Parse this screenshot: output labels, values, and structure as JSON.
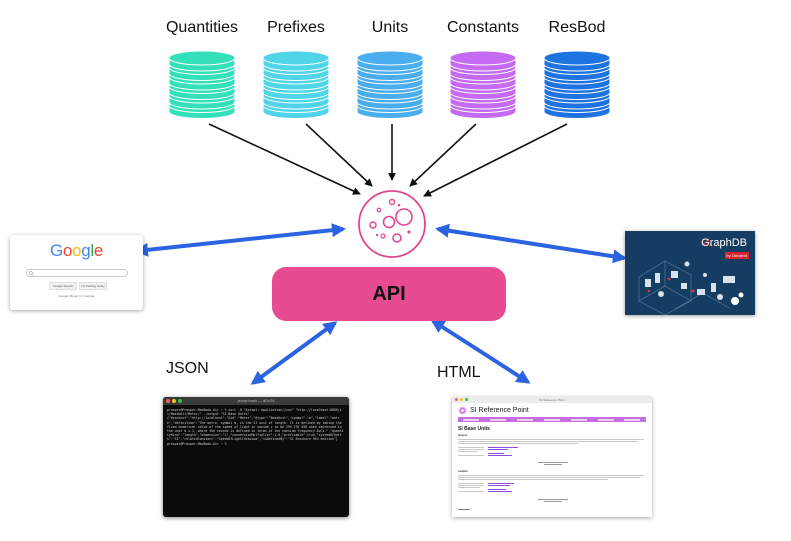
{
  "sources": [
    {
      "label": "Quantities",
      "color": "#34e0b9",
      "dark": "#1fb894"
    },
    {
      "label": "Prefixes",
      "color": "#4fd4e8",
      "dark": "#26aec4"
    },
    {
      "label": "Units",
      "color": "#4aaeee",
      "dark": "#2288cc"
    },
    {
      "label": "Constants",
      "color": "#c56af2",
      "dark": "#9b3fd1"
    },
    {
      "label": "ResBod",
      "color": "#1e73e0",
      "dark": "#1456b0"
    }
  ],
  "api": {
    "label": "API"
  },
  "outputs": {
    "json_label": "JSON",
    "html_label": "HTML"
  },
  "google": {
    "logo_letters": [
      {
        "ch": "G",
        "color": "#4285F4"
      },
      {
        "ch": "o",
        "color": "#EA4335"
      },
      {
        "ch": "o",
        "color": "#FBBC05"
      },
      {
        "ch": "g",
        "color": "#4285F4"
      },
      {
        "ch": "l",
        "color": "#34A853"
      },
      {
        "ch": "e",
        "color": "#EA4335"
      }
    ],
    "btn_search": "Google Search",
    "btn_lucky": "I'm Feeling Lucky",
    "offered": "Google offered in: Français"
  },
  "graphdb": {
    "title": "GraphDB",
    "subtitle": "by Ontotext"
  },
  "terminal": {
    "title": "jsonp:bash — 80×24",
    "lines": [
      "prosper@Prosper-MacBook-Air ~ % curl -H \"Accept: application/json\" \"http://localhost:8080/si/BaseUnit/Meter/\" --output \"SI Base Units\"",
      "{\"@context\":\"http://localhost\",\"@id\":\"Meter\",\"@type\":\"BaseUnit\",\"symbol\":\"m\",\"label\":\"metre\",\"definition\":\"The metre, symbol m, is the SI unit of length. It is defined by taking the fixed numerical value of the speed of light in vacuum c to be 299 792 458 when expressed in the unit m s-1, where the second is defined in terms of the caesium frequency ΔνCs.\",\"quantityKind\":\"length\",\"dimension\":\"L\",\"conversionMultiplier\":1.0,\"prefixable\":true,\"systemOfUnits\":\"SI\",\"relatedConstant\":\"SpeedOfLightInVacuum\",\"isDefinedBy\":\"SI Brochure 9th edition\"}",
      "prosper@Prosper-MacBook-Air ~ %"
    ]
  },
  "si_page": {
    "url": "SI Reference Point",
    "title": "SI Reference Point",
    "heading": "SI Base Units",
    "sections": [
      "ampere",
      "candela"
    ]
  }
}
